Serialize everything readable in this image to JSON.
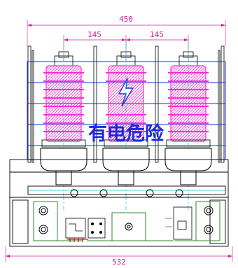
{
  "dimensions": {
    "overall_top": "450",
    "phase_spacing_left": "145",
    "phase_spacing_right": "145",
    "overall_bottom": "532"
  },
  "warning_label": "有电危险",
  "hazard_icon": "lightning-bolt-icon",
  "colors": {
    "dimension": "#d02090",
    "insulator": "#ff2bd6",
    "frame": "#1a2bd8",
    "centerline": "#00c8d8",
    "terminal": "#2a8a2a",
    "outline": "#000000",
    "relay_wire": "#d01010"
  }
}
